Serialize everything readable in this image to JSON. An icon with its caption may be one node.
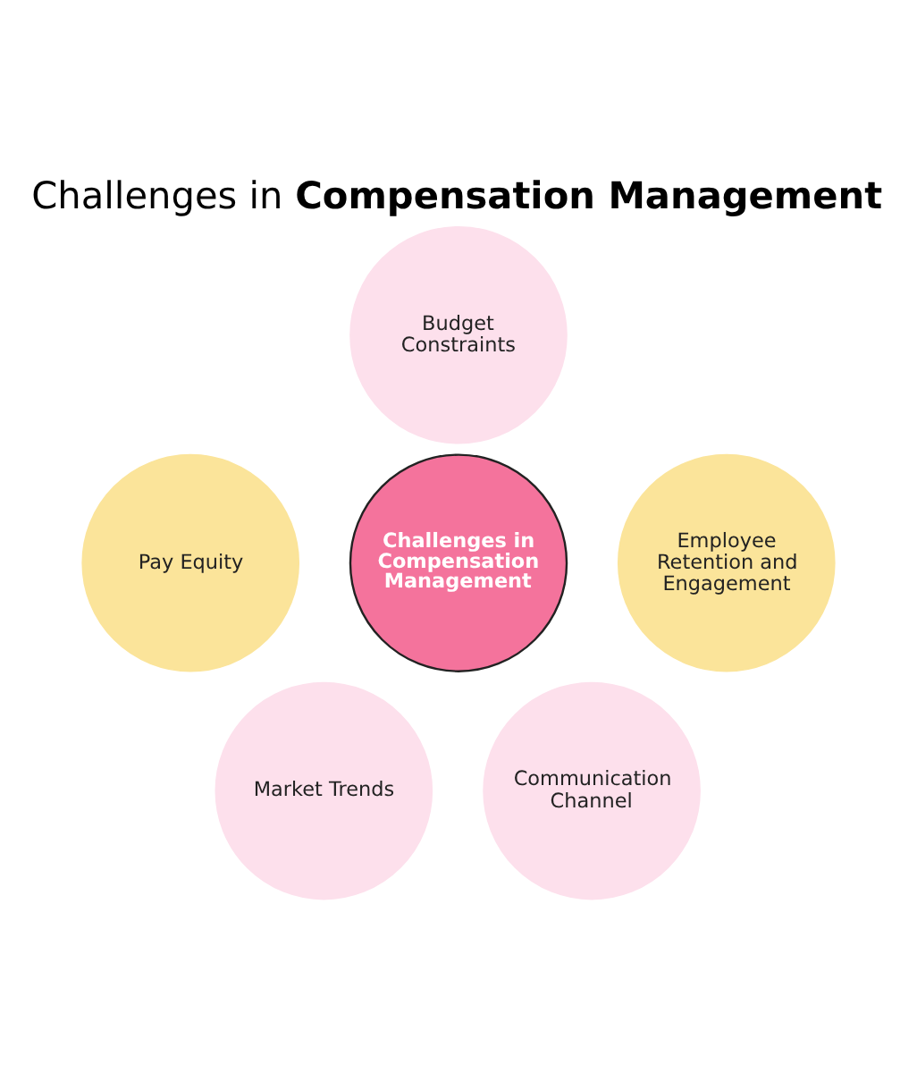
{
  "diagram": {
    "title": "Challenges in **Compensation Management**",
    "nodes": [
      {
        "text": [
          "Budget Constraints"
        ]
      },
      {
        "text": [
          "Pay Equity"
        ]
      },
      {
        "text": [
          "Employee Retention and Engagement"
        ]
      },
      {
        "text": [
          "Challenges in Compensation Management"
        ]
      },
      {
        "text": [
          "Market Trends"
        ]
      },
      {
        "text": [
          "Communication Channel"
        ]
      }
    ]
  }
}
